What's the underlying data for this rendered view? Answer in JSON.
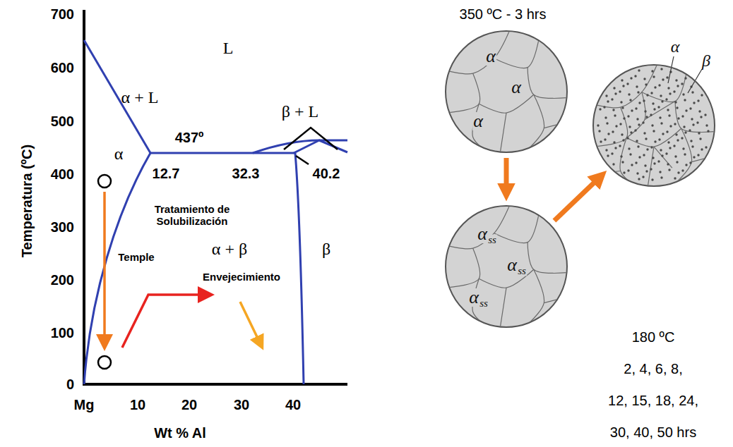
{
  "diagram": {
    "nodes": [
      {
        "text": [
          "α",
          "α",
          "α"
        ]
      },
      {
        "text": [
          "α",
          "ss",
          "α",
          "ss",
          "α",
          "ss"
        ]
      },
      {
        "text": [
          "α",
          "β"
        ]
      }
    ],
    "edges": [
      {
        "from": 0,
        "to": 1,
        "arrow": "to"
      },
      {
        "from": 1,
        "to": 2,
        "arrow": "to"
      }
    ],
    "labels": [
      "700",
      "600",
      "500",
      "400",
      "300",
      "200",
      "100",
      "0",
      "Mg",
      "10",
      "20",
      "30",
      "40",
      "Temperatura (ºC)",
      "Wt % Al",
      "L",
      "α + L",
      "β + L",
      "437º",
      "α",
      "12.7",
      "32.3",
      "40.2",
      "Tratamiento de Solubilización",
      "Temple",
      "α + β",
      "β",
      "Envejecimiento",
      "350 ºC - 3 hrs",
      "180 ºC",
      "2, 4, 6, 8,",
      "12, 15, 18, 24,",
      "30, 40, 50 hrs"
    ]
  }
}
